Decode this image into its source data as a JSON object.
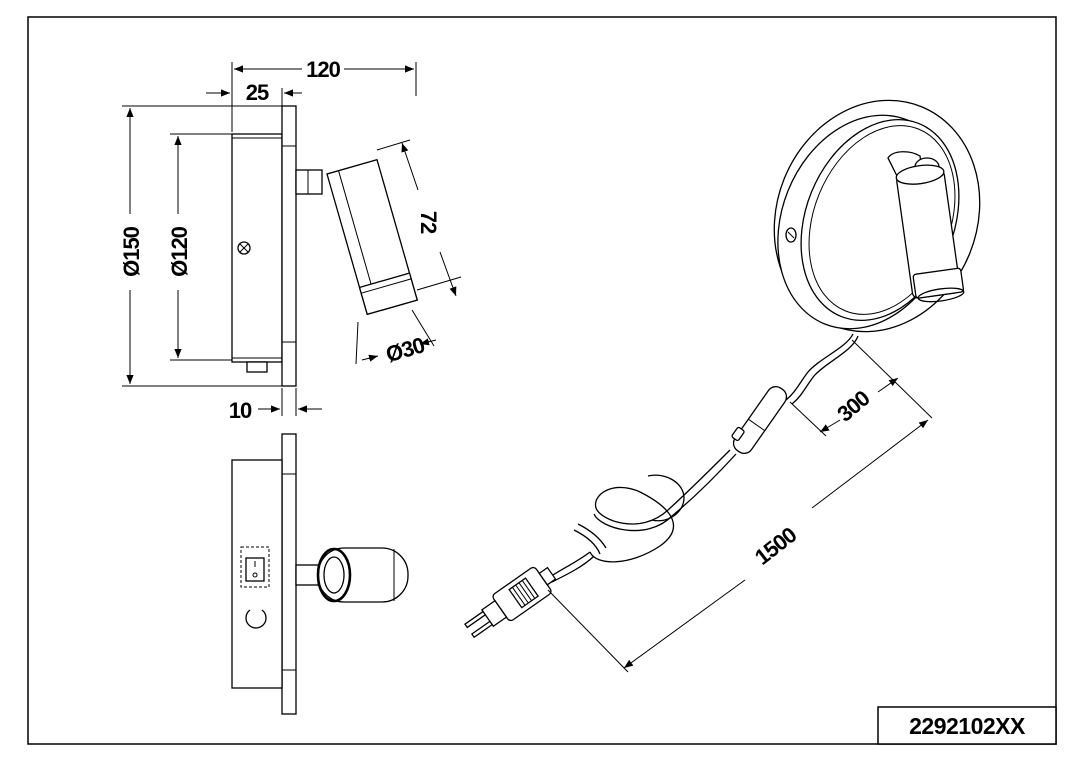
{
  "dimensions": {
    "total_depth": "120",
    "base_depth": "25",
    "plate_diameter": "Ø150",
    "base_diameter": "Ø120",
    "head_length": "72",
    "head_diameter": "Ø30",
    "plate_thickness": "10",
    "cable_to_switch": "300",
    "cable_length": "1500"
  },
  "product_code": "2292102XX"
}
